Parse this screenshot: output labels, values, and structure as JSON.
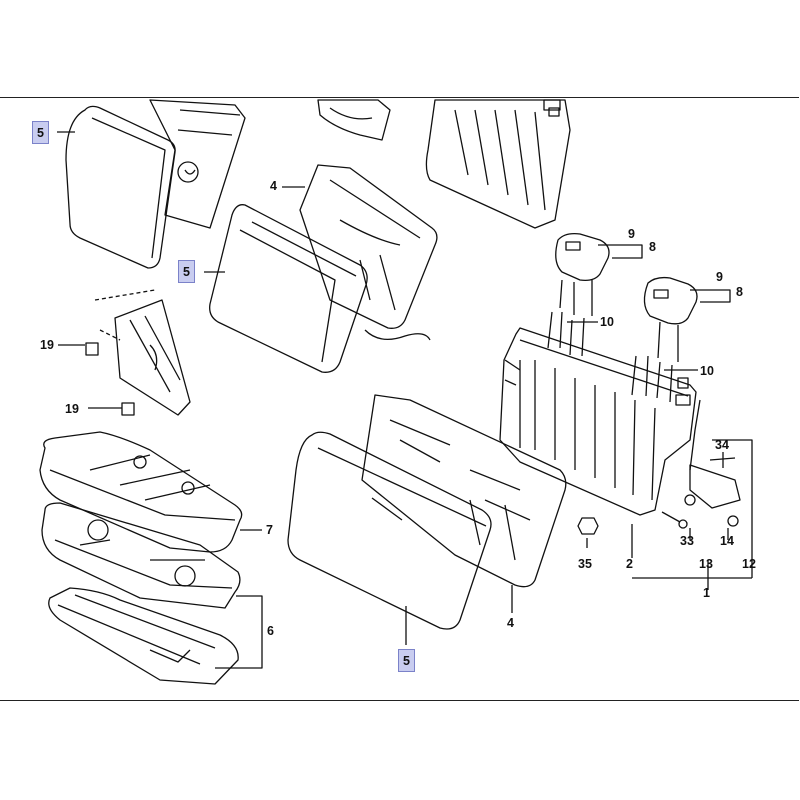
{
  "callouts": {
    "c5_top": "5",
    "c5_mid": "5",
    "c5_bottom": "5",
    "c4_top": "4",
    "c4_bottom": "4",
    "c19_a": "19",
    "c19_b": "19",
    "c7": "7",
    "c6": "6",
    "c9_a": "9",
    "c8_a": "8",
    "c9_b": "9",
    "c8_b": "8",
    "c10_a": "10",
    "c10_b": "10",
    "c34": "34",
    "c33": "33",
    "c14": "14",
    "c35": "35",
    "c2": "2",
    "c13": "13",
    "c12": "12",
    "c1": "1"
  },
  "colors": {
    "line": "#111111",
    "highlight_fill": "#c9cdf0",
    "highlight_border": "#7b82c9"
  }
}
